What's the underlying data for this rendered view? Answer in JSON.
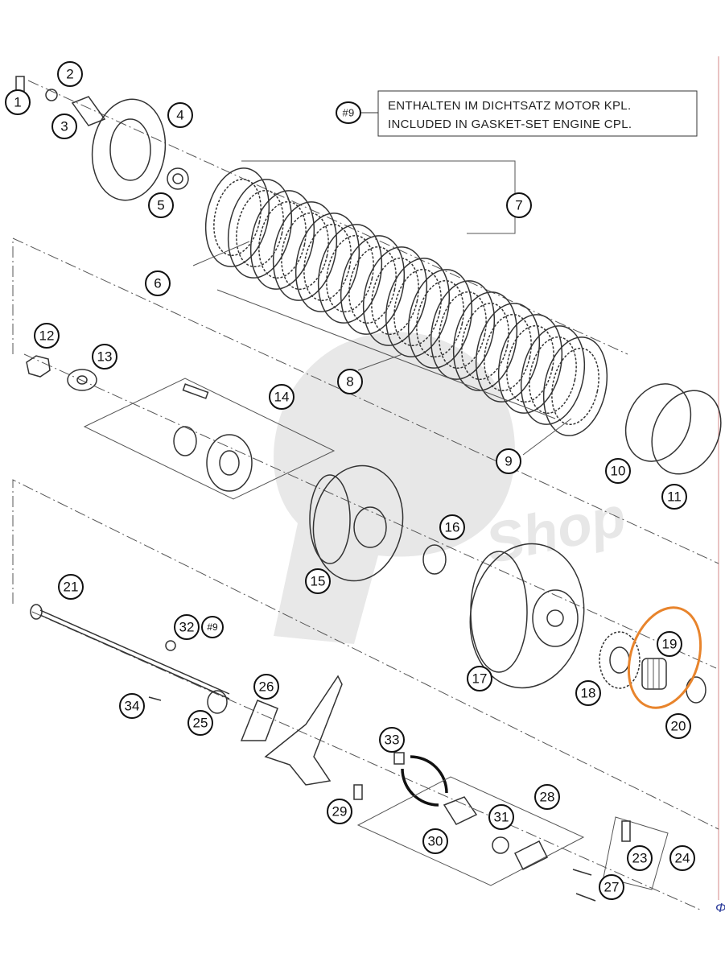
{
  "diagram": {
    "note": {
      "ref": "#9",
      "line1": "ENTHALTEN IM DICHTSATZ MOTOR KPL.",
      "line2": "INCLUDED IN GASKET-SET ENGINE CPL."
    },
    "callouts": [
      "1",
      "2",
      "3",
      "4",
      "5",
      "6",
      "7",
      "8",
      "9",
      "10",
      "11",
      "12",
      "13",
      "14",
      "15",
      "16",
      "17",
      "18",
      "19",
      "20",
      "21",
      "23",
      "24",
      "25",
      "26",
      "27",
      "28",
      "29",
      "30",
      "31",
      "32",
      "#9",
      "33",
      "34"
    ],
    "highlighted_part": "19",
    "highlight_color": "#E8842C",
    "watermark": "Shop",
    "corner_glyph": "Φ"
  }
}
